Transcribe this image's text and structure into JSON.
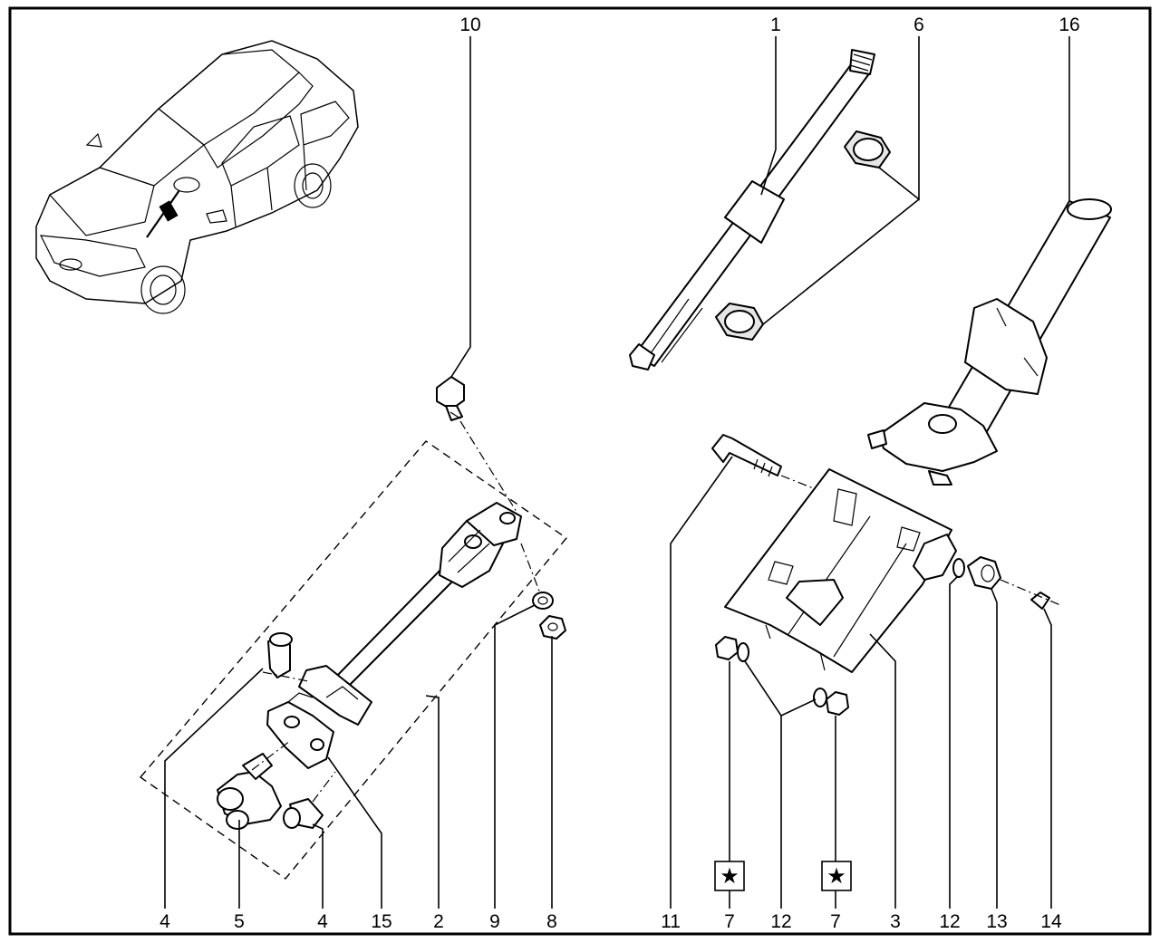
{
  "callouts": {
    "c10": "10",
    "c1": "1",
    "c6": "6",
    "c16": "16",
    "b4a": "4",
    "b5": "5",
    "b4b": "4",
    "b15": "15",
    "b2": "2",
    "b9": "9",
    "b8": "8",
    "b11": "11",
    "b7a": "7",
    "b12a": "12",
    "b7b": "7",
    "b3": "3",
    "b12b": "12",
    "b13": "13",
    "b14": "14"
  },
  "marker_symbol": "★",
  "icons": [
    "car-location-icon",
    "star-marker-icon"
  ]
}
